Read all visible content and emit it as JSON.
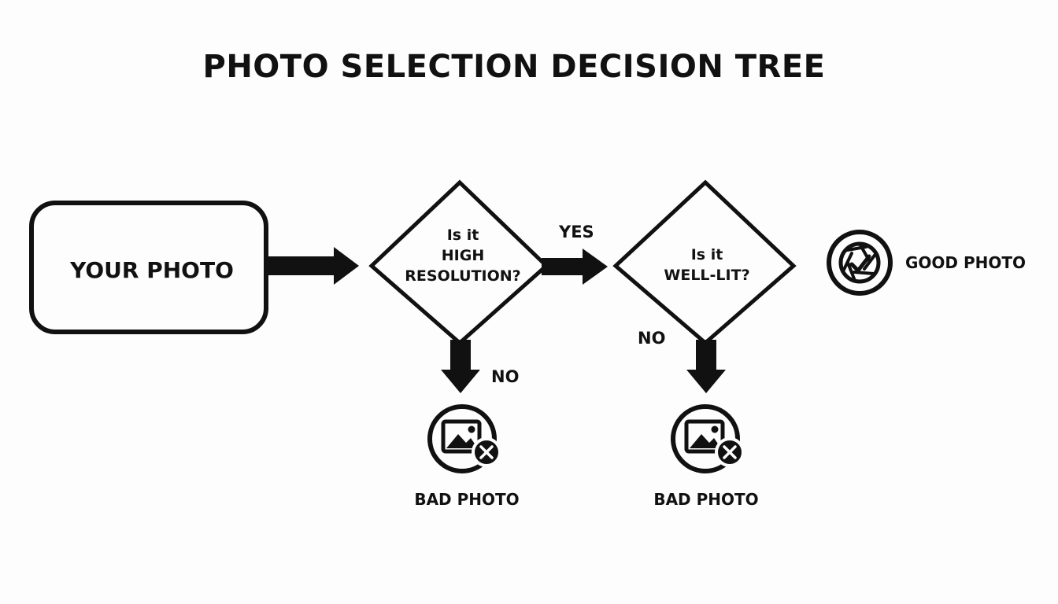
{
  "title": "PHOTO SELECTION DECISION TREE",
  "nodes": {
    "start": {
      "label": "YOUR PHOTO"
    },
    "q1": {
      "line1": "Is it",
      "line2": "HIGH",
      "line3": "RESOLUTION?"
    },
    "q2": {
      "line1": "Is it",
      "line2": "WELL-LIT?"
    },
    "good": {
      "label": "GOOD PHOTO",
      "icon": "camera-aperture-check-icon"
    },
    "bad1": {
      "label": "BAD PHOTO",
      "icon": "image-x-icon"
    },
    "bad2": {
      "label": "BAD PHOTO",
      "icon": "image-x-icon"
    }
  },
  "edges": {
    "q1_yes": "YES",
    "q1_no": "NO",
    "q2_no": "NO"
  },
  "colors": {
    "ink": "#111111",
    "background": "#fdfdfd"
  }
}
